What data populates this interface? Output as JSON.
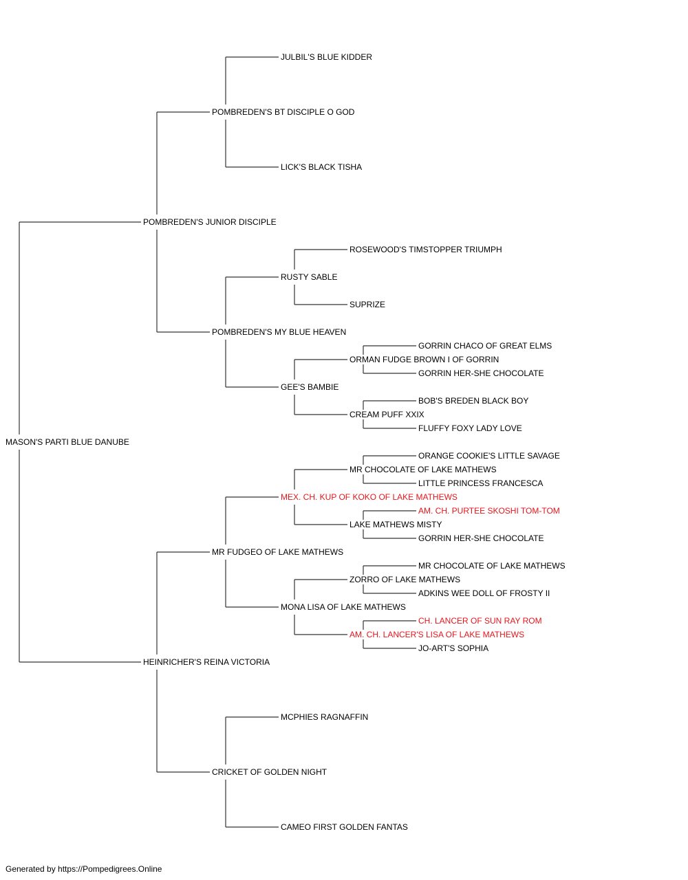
{
  "colors": {
    "line": "#333333",
    "text": "#000000",
    "champion": "#e8141a"
  },
  "pedigree": {
    "name": "MASON'S PARTI BLUE DANUBE",
    "sire": {
      "name": "POMBREDEN'S JUNIOR DISCIPLE",
      "sire": {
        "name": "POMBREDEN'S BT DISCIPLE O GOD",
        "sire": {
          "name": "JULBIL'S BLUE KIDDER"
        },
        "dam": {
          "name": "LICK'S BLACK TISHA"
        }
      },
      "dam": {
        "name": "POMBREDEN'S MY BLUE HEAVEN",
        "sire": {
          "name": "RUSTY SABLE",
          "sire": {
            "name": "ROSEWOOD'S TIMSTOPPER TRIUMPH"
          },
          "dam": {
            "name": "SUPRIZE"
          }
        },
        "dam": {
          "name": "GEE'S BAMBIE",
          "sire": {
            "name": "ORMAN FUDGE BROWN I OF GORRIN",
            "sire": {
              "name": "GORRIN CHACO OF GREAT ELMS"
            },
            "dam": {
              "name": "GORRIN HER-SHE CHOCOLATE"
            }
          },
          "dam": {
            "name": "CREAM PUFF XXIX",
            "sire": {
              "name": "BOB'S BREDEN BLACK BOY"
            },
            "dam": {
              "name": "FLUFFY FOXY LADY LOVE"
            }
          }
        }
      }
    },
    "dam": {
      "name": "HEINRICHER'S REINA VICTORIA",
      "sire": {
        "name": "MR FUDGEO OF LAKE MATHEWS",
        "sire": {
          "name": "MEX. CH. KUP OF KOKO OF LAKE MATHEWS",
          "champion": true,
          "sire": {
            "name": "MR CHOCOLATE OF LAKE MATHEWS",
            "sire": {
              "name": "ORANGE COOKIE'S LITTLE SAVAGE"
            },
            "dam": {
              "name": "LITTLE PRINCESS FRANCESCA"
            }
          },
          "dam": {
            "name": "LAKE MATHEWS MISTY",
            "sire": {
              "name": "AM. CH. PURTEE SKOSHI TOM-TOM",
              "champion": true
            },
            "dam": {
              "name": "GORRIN HER-SHE CHOCOLATE"
            }
          }
        },
        "dam": {
          "name": "MONA LISA OF LAKE MATHEWS",
          "sire": {
            "name": "ZORRO OF LAKE MATHEWS",
            "sire": {
              "name": "MR CHOCOLATE OF LAKE MATHEWS"
            },
            "dam": {
              "name": "ADKINS WEE DOLL OF FROSTY II"
            }
          },
          "dam": {
            "name": "AM. CH. LANCER'S LISA OF LAKE MATHEWS",
            "champion": true,
            "sire": {
              "name": "CH. LANCER OF SUN RAY ROM",
              "champion": true
            },
            "dam": {
              "name": "JO-ART'S SOPHIA"
            }
          }
        }
      },
      "dam": {
        "name": "CRICKET OF GOLDEN NIGHT",
        "sire": {
          "name": "MCPHIES RAGNAFFIN"
        },
        "dam": {
          "name": "CAMEO FIRST GOLDEN FANTAS"
        }
      }
    }
  },
  "footer": {
    "text": "Generated by https://Pompedigrees.Online"
  }
}
